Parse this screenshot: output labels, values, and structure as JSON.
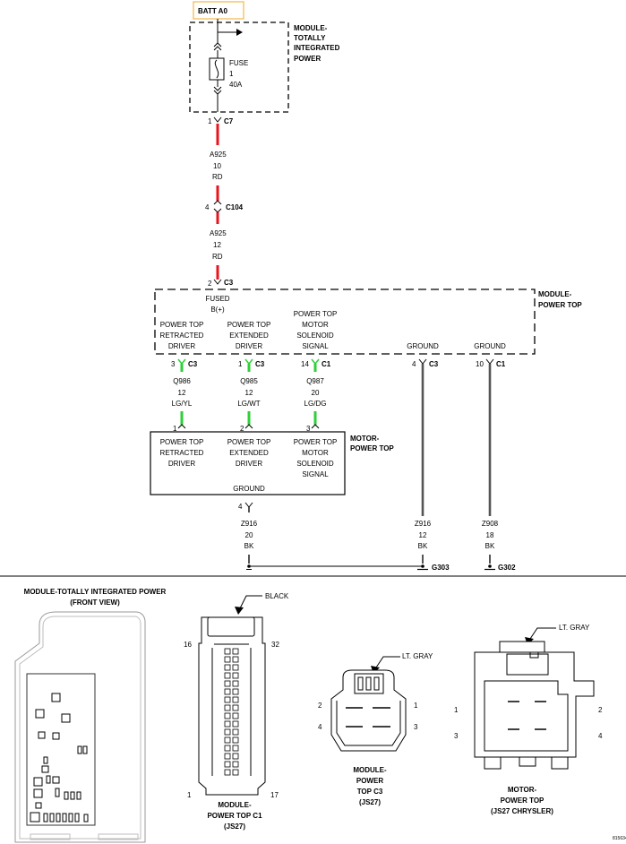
{
  "batt": "BATT A0",
  "tipm": {
    "l1": "MODULE-",
    "l2": "TOTALLY",
    "l3": "INTEGRATED",
    "l4": "POWER"
  },
  "fuse": {
    "l1": "FUSE",
    "l2": "1",
    "l3": "40A"
  },
  "c7": {
    "pin": "1",
    "conn": "C7"
  },
  "wire1": {
    "circuit": "A925",
    "gauge": "10",
    "color": "RD"
  },
  "c104": {
    "pin": "4",
    "conn": "C104"
  },
  "wire2": {
    "circuit": "A925",
    "gauge": "12",
    "color": "RD"
  },
  "c3top": {
    "pin": "2",
    "conn": "C3"
  },
  "ptm": {
    "l1": "MODULE-",
    "l2": "POWER TOP"
  },
  "fused": {
    "l1": "FUSED",
    "l2": "B(+)"
  },
  "drv_retracted": {
    "l1": "POWER TOP",
    "l2": "RETRACTED",
    "l3": "DRIVER"
  },
  "drv_extended": {
    "l1": "POWER TOP",
    "l2": "EXTENDED",
    "l3": "DRIVER"
  },
  "drv_solenoid": {
    "l1": "POWER TOP",
    "l2": "MOTOR",
    "l3": "SOLENOID",
    "l4": "SIGNAL"
  },
  "gnd1": "GROUND",
  "gnd2": "GROUND",
  "pins_ptm": [
    {
      "pin": "3",
      "conn": "C3"
    },
    {
      "pin": "1",
      "conn": "C3"
    },
    {
      "pin": "14",
      "conn": "C1"
    },
    {
      "pin": "4",
      "conn": "C3"
    },
    {
      "pin": "10",
      "conn": "C1"
    }
  ],
  "w_q986": {
    "circuit": "Q986",
    "gauge": "12",
    "color": "LG/YL"
  },
  "w_q985": {
    "circuit": "Q985",
    "gauge": "12",
    "color": "LG/WT"
  },
  "w_q987": {
    "circuit": "Q987",
    "gauge": "20",
    "color": "LG/DG"
  },
  "motor_pins": [
    "1",
    "2",
    "3"
  ],
  "motor": {
    "l1": "MOTOR-",
    "l2": "POWER TOP"
  },
  "motor_retracted": {
    "l1": "POWER TOP",
    "l2": "RETRACTED",
    "l3": "DRIVER"
  },
  "motor_extended": {
    "l1": "POWER TOP",
    "l2": "EXTENDED",
    "l3": "DRIVER"
  },
  "motor_solenoid": {
    "l1": "POWER TOP",
    "l2": "MOTOR",
    "l3": "SOLENOID",
    "l4": "SIGNAL"
  },
  "motor_ground": "GROUND",
  "motor_gnd_pin": "4",
  "w_z916a": {
    "circuit": "Z916",
    "gauge": "20",
    "color": "BK"
  },
  "w_z916b": {
    "circuit": "Z916",
    "gauge": "12",
    "color": "BK"
  },
  "w_z908": {
    "circuit": "Z908",
    "gauge": "18",
    "color": "BK"
  },
  "g303": "G303",
  "g302": "G302",
  "tipm_view": {
    "l1": "MODULE-TOTALLY INTEGRATED POWER",
    "l2": "(FRONT VIEW)"
  },
  "c1view": {
    "color": "BLACK",
    "pin16": "16",
    "pin32": "32",
    "pin1": "1",
    "pin17": "17",
    "l1": "MODULE-",
    "l2": "POWER TOP C1",
    "l3": "(JS27)"
  },
  "c3view": {
    "color": "LT. GRAY",
    "pins": [
      "2",
      "1",
      "4",
      "3"
    ],
    "l1": "MODULE-",
    "l2": "POWER",
    "l3": "TOP C3",
    "l4": "(JS27)"
  },
  "motorview": {
    "color": "LT. GRAY",
    "pins": [
      "1",
      "2",
      "3",
      "4"
    ],
    "l1": "MOTOR-",
    "l2": "POWER TOP",
    "l3": "(JS27 CHRYSLER)"
  },
  "fig_id": "815634",
  "colors": {
    "red": "#e8141e",
    "green": "#2fcf3a",
    "gray_wire": "#555555",
    "batt_border": "#f2b84a"
  }
}
